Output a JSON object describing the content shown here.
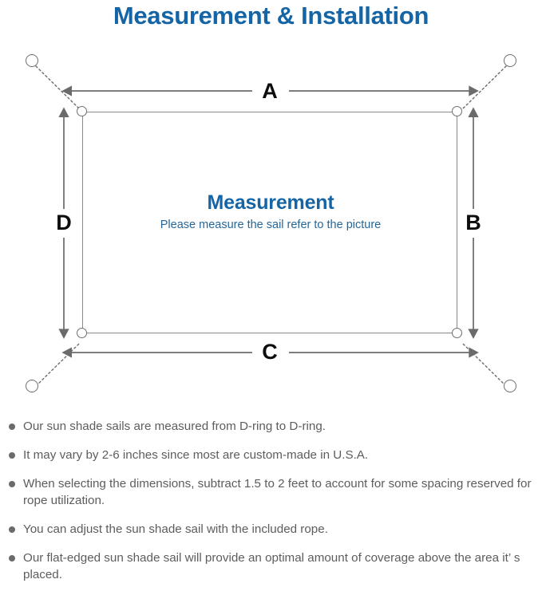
{
  "page": {
    "title": "Measurement & Installation",
    "title_color": "#1565a6",
    "background": "#ffffff"
  },
  "diagram": {
    "panel": {
      "heading": "Measurement",
      "subheading": "Please measure the sail refer to the picture",
      "heading_color": "#1565a6",
      "subheading_color": "#24679b",
      "border_color": "#8a8a8a"
    },
    "dimension_labels": {
      "top": "A",
      "right": "B",
      "bottom": "C",
      "left": "D"
    },
    "arrow_color": "#6b6b6b",
    "rope_color": "#6b6b6b",
    "hardware": {
      "d_ring_name": "d-ring",
      "anchor_name": "anchor-point",
      "d_ring_count": 4,
      "anchor_count": 4
    }
  },
  "notes": [
    "Our sun shade sails are measured from D-ring to D-ring.",
    "It may vary by 2-6 inches since most are custom-made in U.S.A.",
    "When selecting the dimensions, subtract 1.5 to 2 feet to account for some spacing reserved for rope utilization.",
    "You can adjust the sun shade sail with the included rope.",
    "Our flat-edged sun shade sail will provide an optimal amount of coverage above the area it’ s placed."
  ],
  "notes_style": {
    "bullet_color": "#6b6b6b",
    "text_color": "#5d5d5d"
  }
}
